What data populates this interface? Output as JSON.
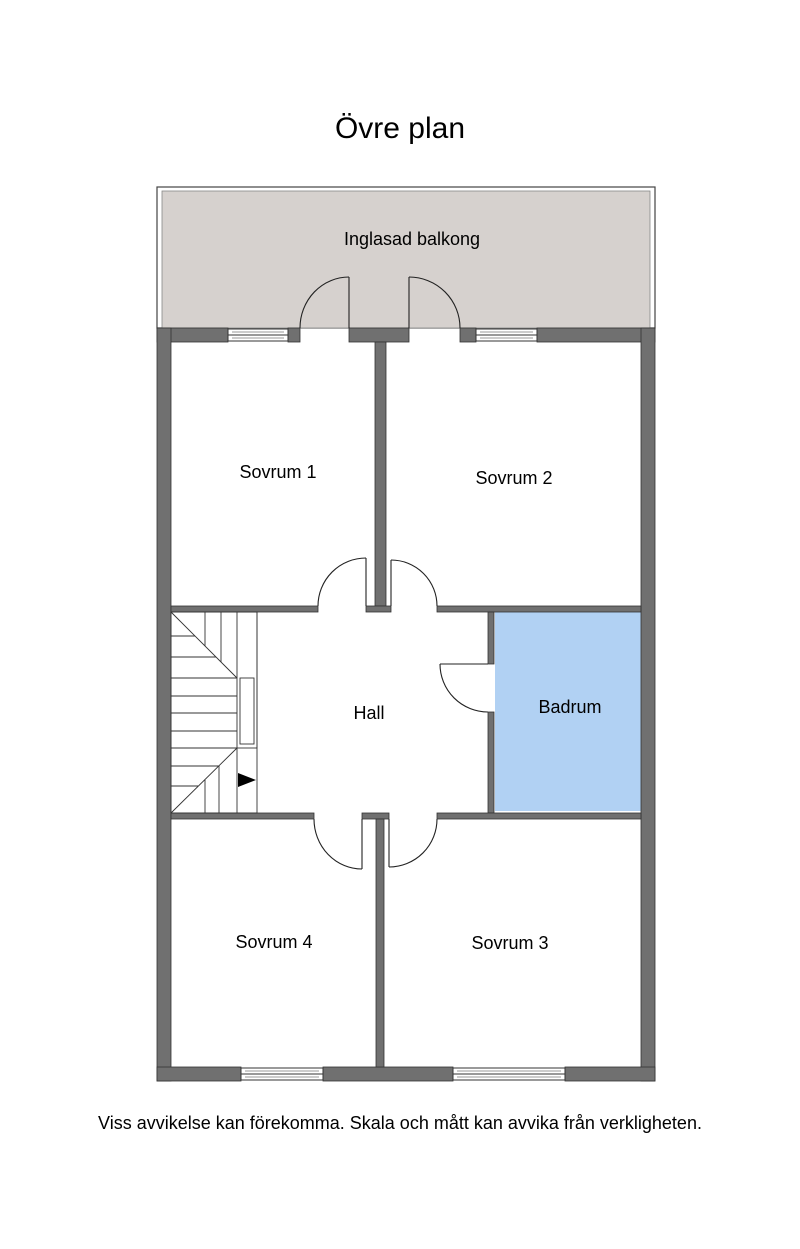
{
  "title": "Övre plan",
  "disclaimer": "Viss avvikelse kan förekomma. Skala och mått kan avvika från verkligheten.",
  "rooms": {
    "balcony": "Inglasad balkong",
    "bedroom1": "Sovrum 1",
    "bedroom2": "Sovrum 2",
    "hall": "Hall",
    "bathroom": "Badrum",
    "bedroom4": "Sovrum 4",
    "bedroom3": "Sovrum 3"
  },
  "colors": {
    "wall": "#707070",
    "balcony_fill": "#d6d1ce",
    "bathroom_fill": "#b1d1f3",
    "line": "#000000"
  }
}
